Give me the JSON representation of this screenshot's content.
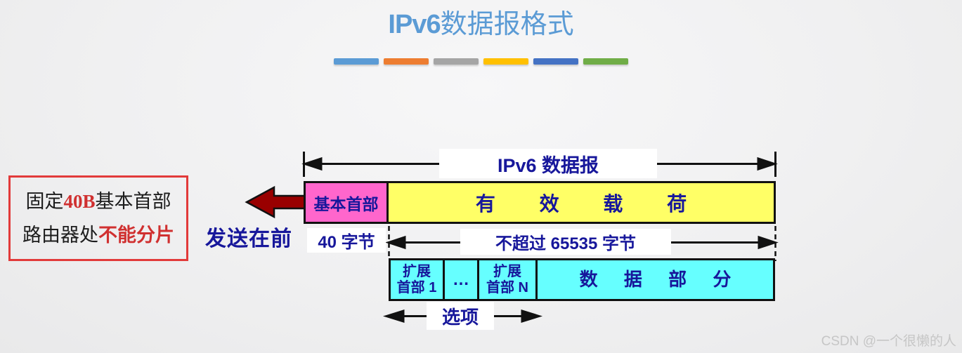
{
  "page": {
    "title_en": "IPv6",
    "title_zh": "数据报格式",
    "title_color": "#5B9BD5",
    "watermark": "CSDN @一个很懒的人"
  },
  "accent_bars": [
    {
      "name": "blue",
      "color": "#5B9BD5"
    },
    {
      "name": "orange",
      "color": "#ED7D31"
    },
    {
      "name": "gray",
      "color": "#A5A5A5"
    },
    {
      "name": "gold",
      "color": "#FFC000"
    },
    {
      "name": "dark-blue",
      "color": "#4472C4"
    },
    {
      "name": "green",
      "color": "#70AD47"
    }
  ],
  "diagram": {
    "top_span_label": "IPv6 数据报",
    "basic_header_label": "基本首部",
    "payload_label": "有 效 载 荷",
    "sent_first_label": "发送在前",
    "bytes_40_label": "40 字节",
    "max_bytes_label": "不超过 65535 字节",
    "ext_header_1_line1": "扩展",
    "ext_header_1_line2": "首部 1",
    "ellipsis": "…",
    "ext_header_n_line1": "扩展",
    "ext_header_n_line2": "首部 N",
    "data_part_label": "数 据 部 分",
    "options_label": "选项",
    "colors": {
      "basic_header_fill": "#FF66CC",
      "payload_fill": "#FFFF66",
      "ext_row_fill": "#66FFFF",
      "send_arrow_fill": "#990000",
      "diagram_text": "#17179B",
      "line_color": "#111111"
    }
  },
  "note_box": {
    "line1_prefix": "固定",
    "line1_highlight": "40B",
    "line1_suffix": "基本首部",
    "line2_prefix": "路由器处",
    "line2_highlight": "不能分片",
    "border_color": "#E23A3A",
    "highlight_color": "#D03030"
  }
}
